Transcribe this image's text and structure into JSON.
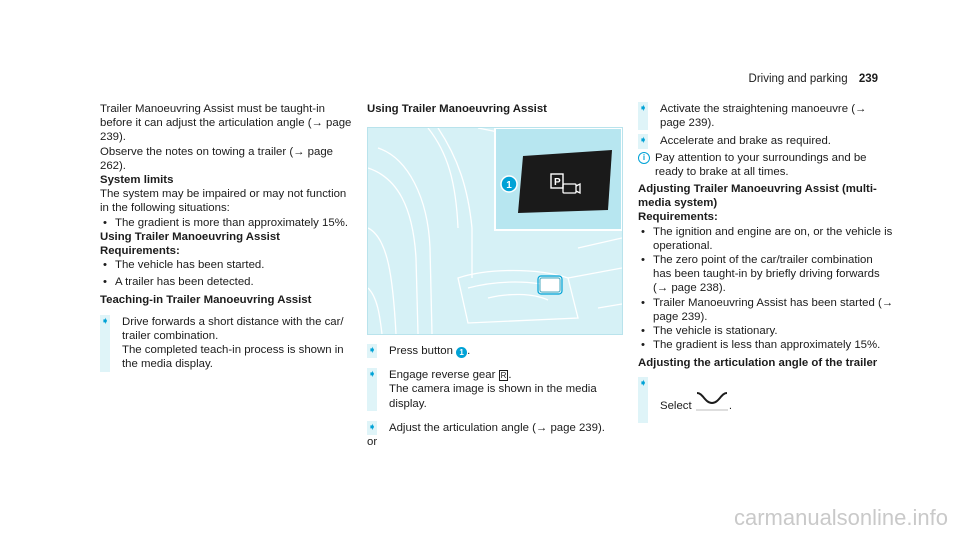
{
  "header": {
    "section": "Driving and parking",
    "page": "239"
  },
  "col1": {
    "intro1": "Trailer Manoeuvring Assist must be taught-in before it can adjust the articulation angle (→ page 239).",
    "intro2": "Observe the notes on towing a trailer (→ page 262).",
    "limits_heading": "System limits",
    "limits_text": "The system may be impaired or may not function in the following situations:",
    "limits_items": [
      "The gradient is more than approximately 15%."
    ],
    "using_heading": "Using Trailer Manoeuvring Assist",
    "req_heading": "Requirements:",
    "req_items": [
      "The vehicle has been started.",
      "A trailer has been detected."
    ],
    "teach_heading": "Teaching-in Trailer Manoeuvring Assist",
    "teach_step_l1": "Drive forwards a short distance with the car/ trailer combination.",
    "teach_step_l2": "The completed teach-in process is shown in the media display."
  },
  "col2": {
    "heading": "Using Trailer Manoeuvring Assist",
    "figure_callout": "1",
    "step1_pre": "Press button",
    "step1_badge": "1",
    "step1_post": ".",
    "step2_pre": "Engage reverse gear",
    "step2_key": "R",
    "step2_post": ".",
    "step2_l2": "The camera image is shown in the media display.",
    "step3": "Adjust the articulation angle (→ page 239).",
    "or": "or"
  },
  "col3": {
    "step1": "Activate the straightening manoeuvre (→ page 239).",
    "step2": "Accelerate and brake as required.",
    "note_icon": "i",
    "note": "Pay attention to your surroundings and be ready to brake at all times.",
    "adj_heading": "Adjusting Trailer Manoeuvring Assist (multi-media system)",
    "req_heading": "Requirements:",
    "req_items": [
      "The ignition and engine are on, or the vehicle is operational.",
      "The zero point of the car/trailer combination has been taught-in by briefly driving forwards (→ page 238).",
      "Trailer Manoeuvring Assist has been started (→ page 239).",
      "The vehicle is stationary.",
      "The gradient is less than approximately 15%."
    ],
    "angle_heading": "Adjusting the articulation angle of the trailer",
    "select_pre": "Select",
    "select_post": "."
  },
  "watermark": "carmanualsonline.info",
  "colors": {
    "accent": "#00a2d6",
    "step_bar": "#dff4f8",
    "figure_bg": "#d6f1f6"
  },
  "icons": {
    "step_arrow": "arrow-right-icon",
    "note": "info-icon",
    "select": "straighten-curve-icon",
    "button": "trailer-parking-button-icon"
  }
}
